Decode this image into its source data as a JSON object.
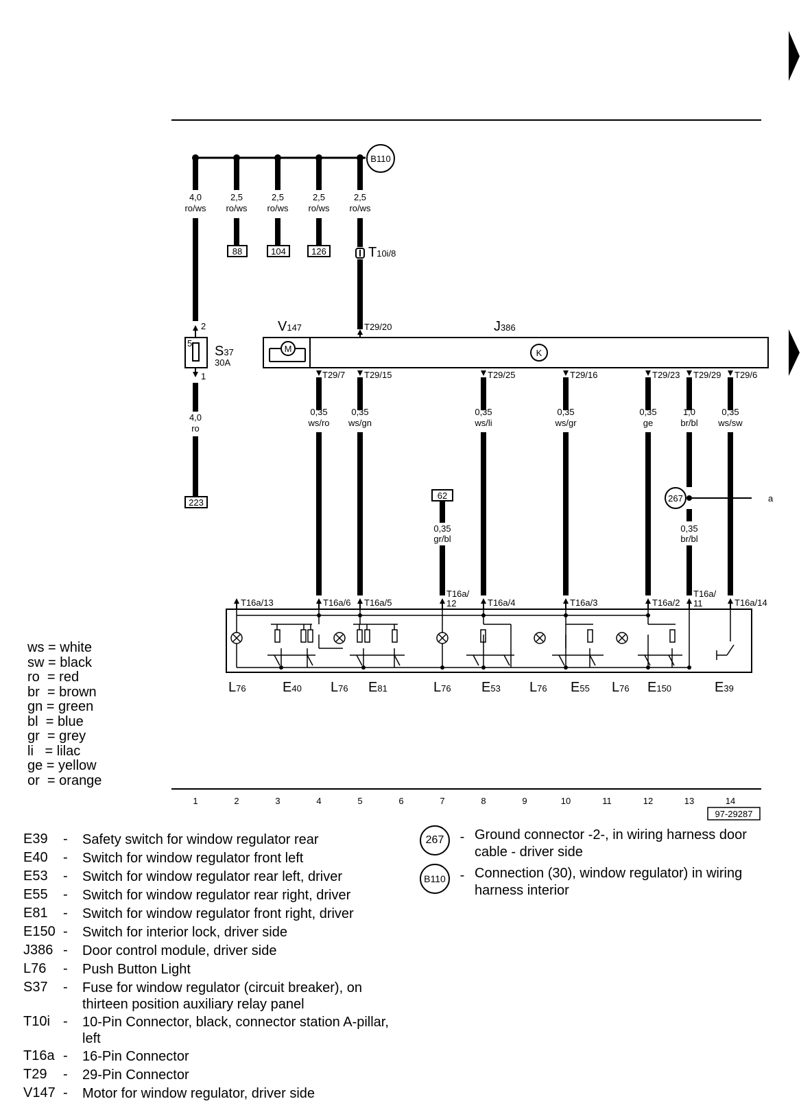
{
  "nodes": {
    "b110": "B110",
    "ground_267": "267",
    "ref_a": "a"
  },
  "wires_top": [
    {
      "size": "4,0",
      "color": "ro/ws"
    },
    {
      "size": "2,5",
      "color": "ro/ws"
    },
    {
      "size": "2,5",
      "color": "ro/ws"
    },
    {
      "size": "2,5",
      "color": "ro/ws"
    },
    {
      "size": "2,5",
      "color": "ro/ws"
    }
  ],
  "ref_boxes": {
    "r88": "88",
    "r104": "104",
    "r126": "126",
    "r223": "223",
    "r62": "62"
  },
  "connector_t10i": {
    "main": "T",
    "sub": "10i/8"
  },
  "fuse": {
    "pin_top": "2",
    "pin_bottom": "1",
    "pin_label": "5",
    "name_main": "S",
    "name_sub": "37",
    "rating": "30A"
  },
  "wire_fuse_bottom": {
    "size": "4,0",
    "color": "ro"
  },
  "motor": {
    "main": "V",
    "sub": "147",
    "glyph": "M"
  },
  "module": {
    "main": "J",
    "sub": "386",
    "glyph": "K"
  },
  "module_pins": {
    "top": "T29/20",
    "bottom": [
      "T29/7",
      "T29/15",
      "T29/25",
      "T29/16",
      "T29/23",
      "T29/29",
      "T29/6"
    ]
  },
  "wires_lower": [
    {
      "size": "0,35",
      "color": "ws/ro"
    },
    {
      "size": "0,35",
      "color": "ws/gn"
    },
    {
      "size": "0,35",
      "color": "ws/li"
    },
    {
      "size": "0,35",
      "color": "ws/gr"
    },
    {
      "size": "0,35",
      "color": "ge"
    },
    {
      "size": "1,0",
      "color": "br/bl"
    },
    {
      "size": "0,35",
      "color": "ws/sw"
    }
  ],
  "wire_62": {
    "size": "0,35",
    "color": "gr/bl"
  },
  "wire_267": {
    "size": "0,35",
    "color": "br/bl"
  },
  "switch_pins": [
    "T16a/13",
    "T16a/6",
    "T16a/5",
    "T16a/",
    "12",
    "T16a/4",
    "T16a/3",
    "T16a/2",
    "T16a/",
    "11",
    "T16a/14"
  ],
  "components": [
    {
      "main": "L",
      "sub": "76"
    },
    {
      "main": "E",
      "sub": "40"
    },
    {
      "main": "L",
      "sub": "76"
    },
    {
      "main": "E",
      "sub": "81"
    },
    {
      "main": "L",
      "sub": "76"
    },
    {
      "main": "E",
      "sub": "53"
    },
    {
      "main": "L",
      "sub": "76"
    },
    {
      "main": "E",
      "sub": "55"
    },
    {
      "main": "L",
      "sub": "76"
    },
    {
      "main": "E",
      "sub": "150"
    },
    {
      "main": "E",
      "sub": "39"
    }
  ],
  "scale": [
    "1",
    "2",
    "3",
    "4",
    "5",
    "6",
    "7",
    "8",
    "9",
    "10",
    "11",
    "12",
    "13",
    "14"
  ],
  "figure_code": "97-29287",
  "color_legend": [
    {
      "code": "ws",
      "name": "white"
    },
    {
      "code": "sw",
      "name": "black"
    },
    {
      "code": "ro",
      "name": "red"
    },
    {
      "code": "br",
      "name": "brown"
    },
    {
      "code": "gn",
      "name": "green"
    },
    {
      "code": "bl",
      "name": "blue"
    },
    {
      "code": "gr",
      "name": "grey"
    },
    {
      "code": "li",
      "name": "lilac"
    },
    {
      "code": "ge",
      "name": "yellow"
    },
    {
      "code": "or",
      "name": "orange"
    }
  ],
  "legend_left": [
    {
      "code": "E39",
      "desc": "Safety switch for window regulator rear"
    },
    {
      "code": "E40",
      "desc": "Switch for window regulator front left"
    },
    {
      "code": "E53",
      "desc": "Switch for window regulator rear left, driver"
    },
    {
      "code": "E55",
      "desc": "Switch for window regulator rear right, driver"
    },
    {
      "code": "E81",
      "desc": "Switch for window regulator front right, driver"
    },
    {
      "code": "E150",
      "desc": "Switch for interior lock, driver side"
    },
    {
      "code": "J386",
      "desc": "Door control module, driver side"
    },
    {
      "code": "L76",
      "desc": "Push Button Light"
    },
    {
      "code": "S37",
      "desc": "Fuse for window regulator (circuit breaker), on thirteen position auxiliary relay panel"
    },
    {
      "code": "T10i",
      "desc": "10-Pin Connector, black, connector station A-pillar, left"
    },
    {
      "code": "T16a",
      "desc": "16-Pin Connector"
    },
    {
      "code": "T29",
      "desc": "29-Pin Connector"
    },
    {
      "code": "V147",
      "desc": "Motor for window regulator, driver side"
    }
  ],
  "legend_right": [
    {
      "symbol": "267",
      "desc": "Ground connector -2-, in wiring harness door cable - driver side"
    },
    {
      "symbol": "B110",
      "desc": "Connection (30), window regulator) in wiring harness interior"
    }
  ],
  "dash": "-"
}
